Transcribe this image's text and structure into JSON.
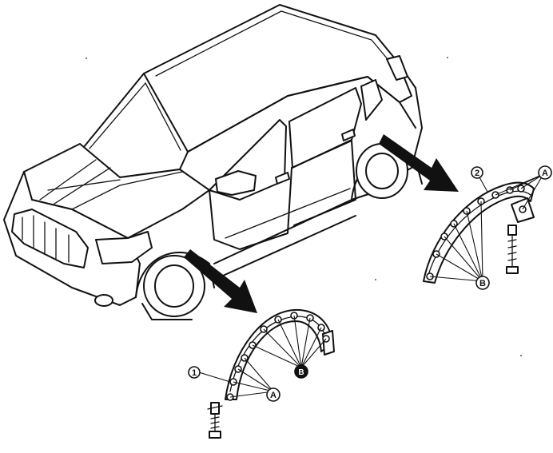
{
  "callouts": {
    "part_1": "1",
    "part_2": "2",
    "clip_a": "A",
    "clip_b": "B"
  }
}
